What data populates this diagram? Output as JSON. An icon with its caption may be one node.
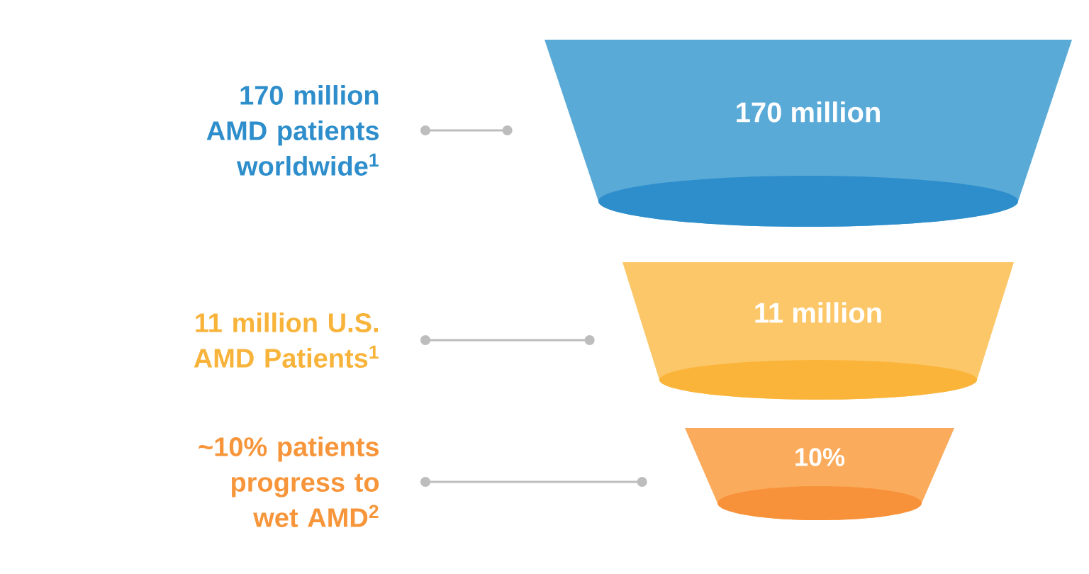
{
  "diagram": {
    "nodes": [
      {
        "text": [
          "170 million AMD patients worldwide$^{1}$"
        ]
      },
      {
        "text": [
          "170 million"
        ]
      },
      {
        "text": [
          "11 million U.S. AMD Patients$^{1}$"
        ]
      },
      {
        "text": [
          "11 million"
        ]
      },
      {
        "text": [
          "~10% patients progress to wet AMD$^{2}$"
        ]
      },
      {
        "text": [
          "10%"
        ]
      }
    ],
    "edges": [
      {
        "from": 0,
        "to": 1,
        "arrow": "other"
      },
      {
        "from": 2,
        "to": 3,
        "arrow": "other"
      },
      {
        "from": 4,
        "to": 5,
        "arrow": "other"
      }
    ]
  }
}
